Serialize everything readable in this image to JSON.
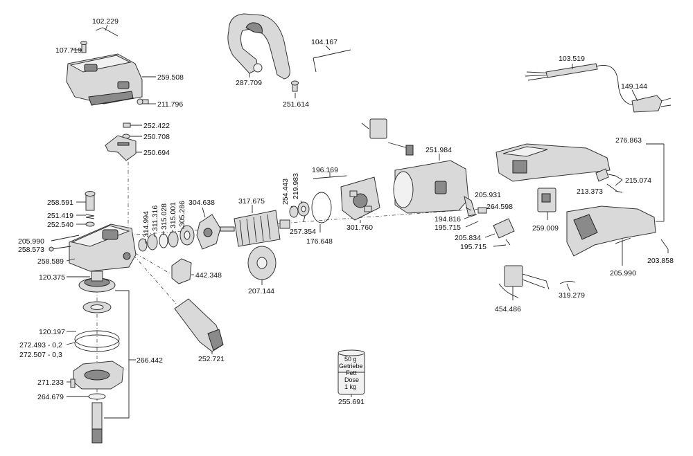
{
  "labels": {
    "p102229": "102.229",
    "p107719": "107.719",
    "p259508": "259.508",
    "p211796": "211.796",
    "p287709": "287.709",
    "p104167": "104.167",
    "p251614": "251.614",
    "p103519": "103.519",
    "p149144": "149.144",
    "p252422": "252.422",
    "p250708": "250.708",
    "p250694": "250.694",
    "p258591": "258.591",
    "p251419": "251.419",
    "p252540": "252.540",
    "p205990a": "205.990",
    "p258573": "258.573",
    "p258589": "258.589",
    "p120375": "120.375",
    "p120197": "120.197",
    "p272493": "272.493 - 0,2",
    "p272507": "272.507 - 0,3",
    "p271233": "271.233",
    "p264679": "264.679",
    "p266442": "266.442",
    "p314994": "314.994",
    "p311316": "311.316",
    "p315028": "315.028",
    "p315001": "315.001",
    "p305286": "305.286",
    "p304638": "304.638",
    "p317675": "317.675",
    "p254443": "254.443",
    "p219983": "219.983",
    "p257354": "257.354",
    "p176648": "176.648",
    "p196169": "196.169",
    "p301760": "301.760",
    "p251984": "251.984",
    "p205931": "205.931",
    "p264598": "264.598",
    "p194816": "194.816",
    "p195715a": "195.715",
    "p205834": "205.834",
    "p195715b": "195.715",
    "p442348": "442.348",
    "p207144": "207.144",
    "p252721": "252.721",
    "p255691": "255.691",
    "p276863": "276.863",
    "p215074": "215.074",
    "p213373": "213.373",
    "p259009": "259.009",
    "p205990b": "205.990",
    "p203858": "203.858",
    "p454486": "454.486",
    "p319279": "319.279"
  },
  "grease_can": {
    "weight": "50 g",
    "line1": "Getriebe",
    "line2": "Fett",
    "line3": "Dose",
    "line4": "1 kg"
  }
}
